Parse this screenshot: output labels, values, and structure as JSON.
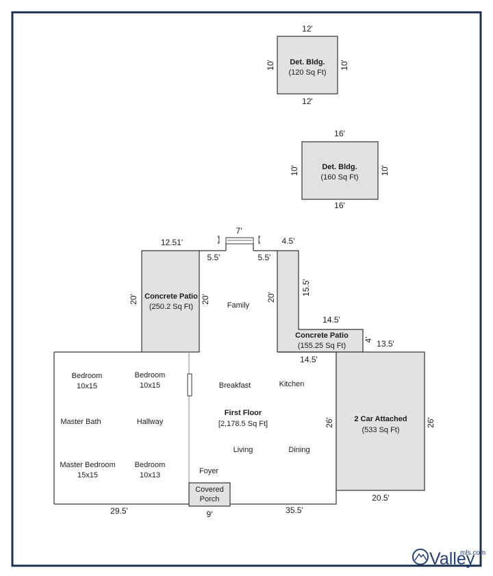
{
  "det_bldg_1": {
    "title": "Det. Bldg.",
    "area": "(120 Sq Ft)",
    "dim_top": "12'",
    "dim_bottom": "12'",
    "dim_left": "10'",
    "dim_right": "10'"
  },
  "det_bldg_2": {
    "title": "Det. Bldg.",
    "area": "(160 Sq Ft)",
    "dim_top": "16'",
    "dim_bottom": "16'",
    "dim_left": "10'",
    "dim_right": "10'"
  },
  "patio_left": {
    "title": "Concrete Patio",
    "area": "(250.2 Sq Ft)",
    "dim_top": "12.51'",
    "dim_left": "20'",
    "dim_right": "20'"
  },
  "patio_right": {
    "title": "Concrete Patio",
    "area": "(155.25 Sq Ft)",
    "dim_left": "20'",
    "dim_top_narrow": "4.5'",
    "dim_side": "15.5'",
    "dim_top_wide": "14.5'",
    "dim_right": "4'",
    "dim_bottom": "14.5'"
  },
  "family_dims": {
    "top_center": "7'",
    "left": "5.5'",
    "right": "5.5'"
  },
  "garage": {
    "title": "2 Car Attached",
    "area": "(533 Sq Ft)",
    "dim_left": "26'",
    "dim_right": "26'",
    "dim_top": "13.5'",
    "dim_bottom": "20.5'"
  },
  "first_floor": {
    "title": "First Floor",
    "area": "[2,178.5 Sq Ft]",
    "dim_right": "26'",
    "dim_bottom_left": "29.5'",
    "dim_bottom_center": "9'",
    "dim_bottom_right": "35.5'"
  },
  "rooms": {
    "family": "Family",
    "bedroom1_name": "Bedroom",
    "bedroom1_size": "10x15",
    "bedroom2_name": "Bedroom",
    "bedroom2_size": "10x15",
    "master_bath": "Master Bath",
    "hallway": "Hallway",
    "master_bedroom_name": "Master Bedroom",
    "master_bedroom_size": "15x15",
    "bedroom3_name": "Bedroom",
    "bedroom3_size": "10x13",
    "breakfast": "Breakfast",
    "kitchen": "Kitchen",
    "living": "Living",
    "dining": "Dining",
    "foyer": "Foyer",
    "covered_porch_1": "Covered",
    "covered_porch_2": "Porch"
  },
  "watermark": {
    "brand": "Valley",
    "suffix": "mls.com"
  },
  "colors": {
    "frame": "#1c2e4f",
    "room_fill": "#e2e2e2",
    "line": "#333333",
    "logo": "#24407a"
  }
}
